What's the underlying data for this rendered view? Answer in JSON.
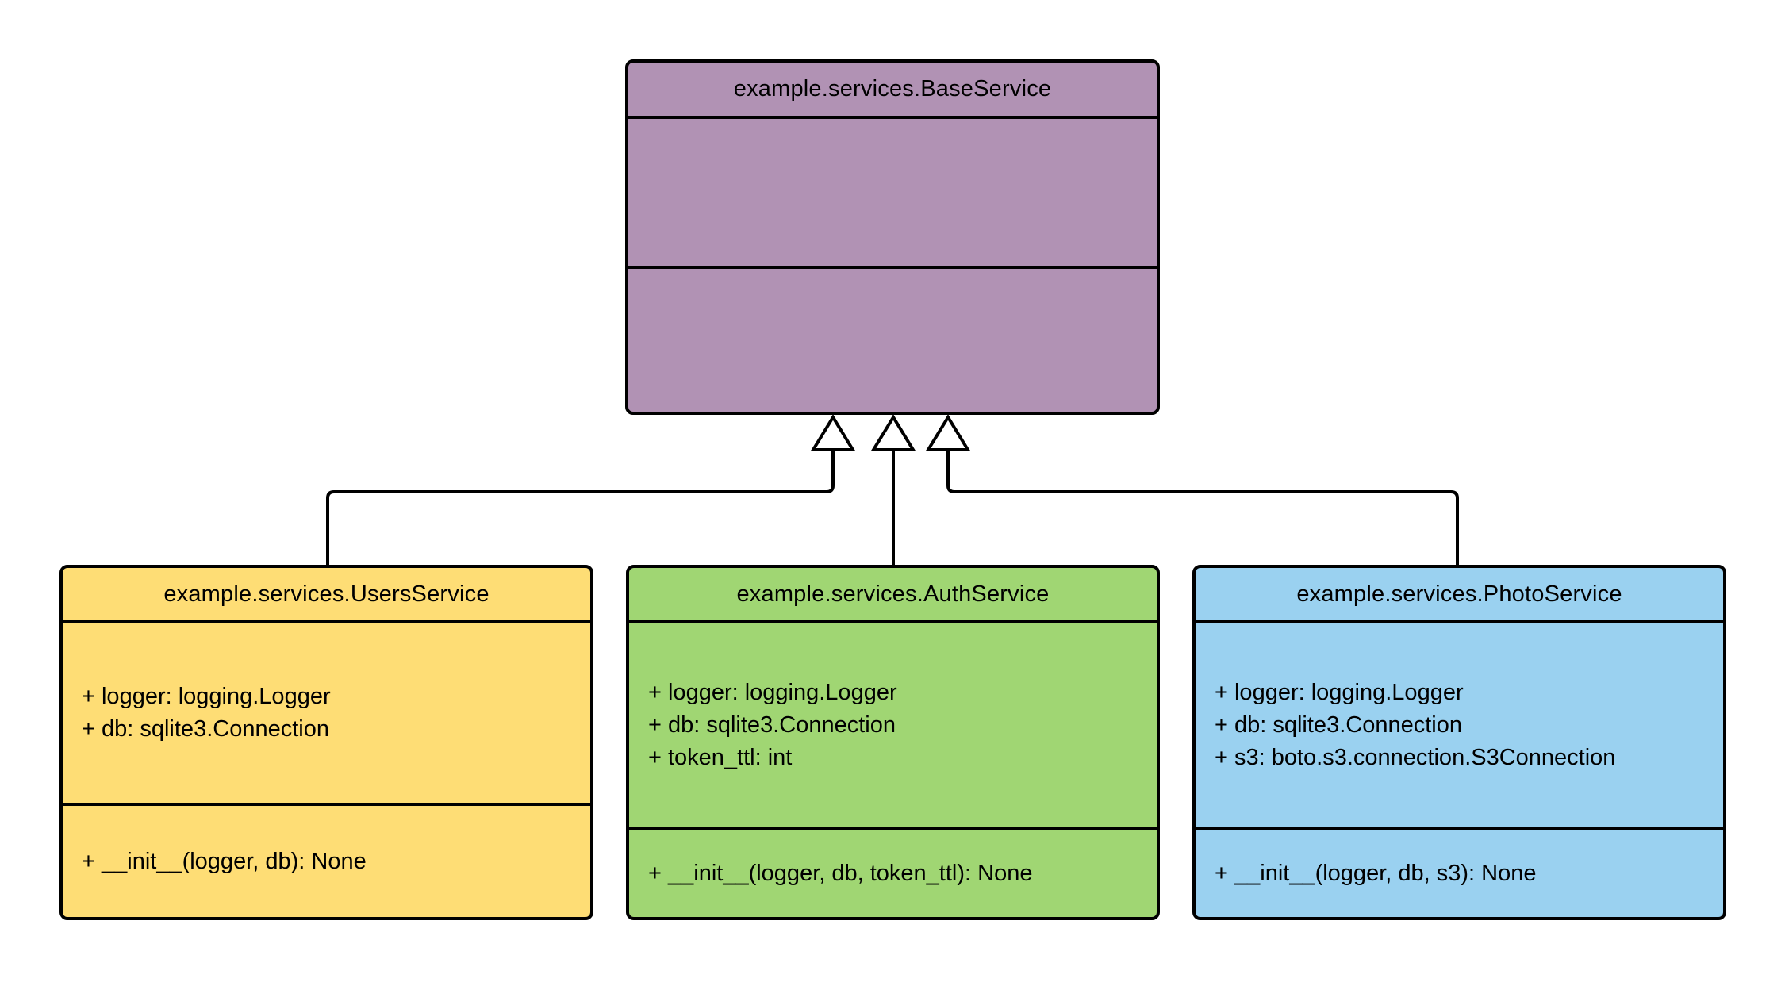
{
  "diagram": {
    "type": "uml-class-diagram",
    "background_color": "#ffffff",
    "line_color": "#000000",
    "classes": [
      {
        "name": "example.services.BaseService",
        "fill": "#b192b4",
        "attributes": [],
        "methods": []
      },
      {
        "name": "example.services.UsersService",
        "fill": "#fedd75",
        "attributes": [
          "+ logger: logging.Logger",
          "+ db: sqlite3.Connection"
        ],
        "methods": [
          "+ __init__(logger, db): None"
        ]
      },
      {
        "name": "example.services.AuthService",
        "fill": "#a0d673",
        "attributes": [
          "+ logger: logging.Logger",
          "+ db: sqlite3.Connection",
          "+ token_ttl: int"
        ],
        "methods": [
          "+ __init__(logger, db, token_ttl): None"
        ]
      },
      {
        "name": "example.services.PhotoService",
        "fill": "#9ad1f0",
        "attributes": [
          "+ logger: logging.Logger",
          "+ db: sqlite3.Connection",
          "+ s3: boto.s3.connection.S3Connection"
        ],
        "methods": [
          "+ __init__(logger, db, s3): None"
        ]
      }
    ],
    "relationships": [
      {
        "type": "inheritance",
        "from": "example.services.UsersService",
        "to": "example.services.BaseService"
      },
      {
        "type": "inheritance",
        "from": "example.services.AuthService",
        "to": "example.services.BaseService"
      },
      {
        "type": "inheritance",
        "from": "example.services.PhotoService",
        "to": "example.services.BaseService"
      }
    ]
  }
}
